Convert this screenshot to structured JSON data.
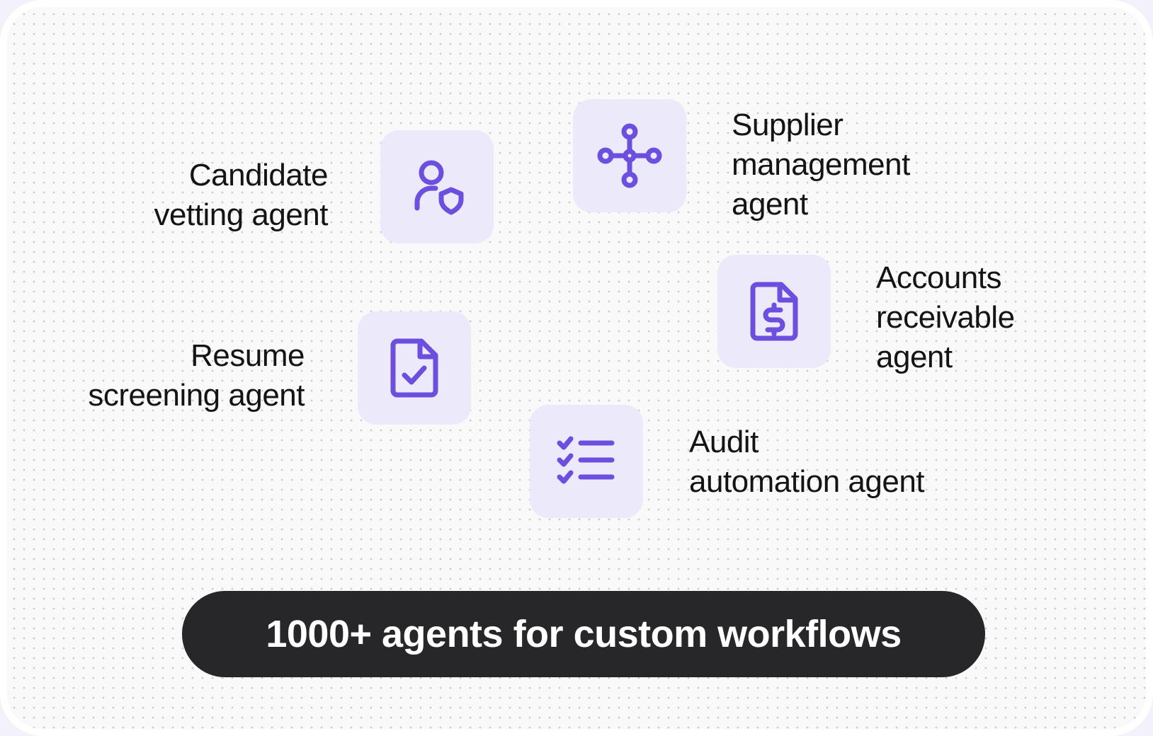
{
  "accent_color": "#6d4fe0",
  "agents": [
    {
      "id": "candidate",
      "lines": [
        "Candidate",
        "vetting agent"
      ],
      "icon": "user-shield-icon"
    },
    {
      "id": "supplier",
      "lines": [
        "Supplier",
        "management",
        "agent"
      ],
      "icon": "network-hub-icon"
    },
    {
      "id": "accounts",
      "lines": [
        "Accounts",
        "receivable",
        "agent"
      ],
      "icon": "file-dollar-icon"
    },
    {
      "id": "resume",
      "lines": [
        "Resume",
        "screening agent"
      ],
      "icon": "file-check-icon"
    },
    {
      "id": "audit",
      "lines": [
        "Audit",
        "automation agent"
      ],
      "icon": "checklist-icon"
    }
  ],
  "banner": {
    "text": "1000+ agents for custom workflows"
  }
}
